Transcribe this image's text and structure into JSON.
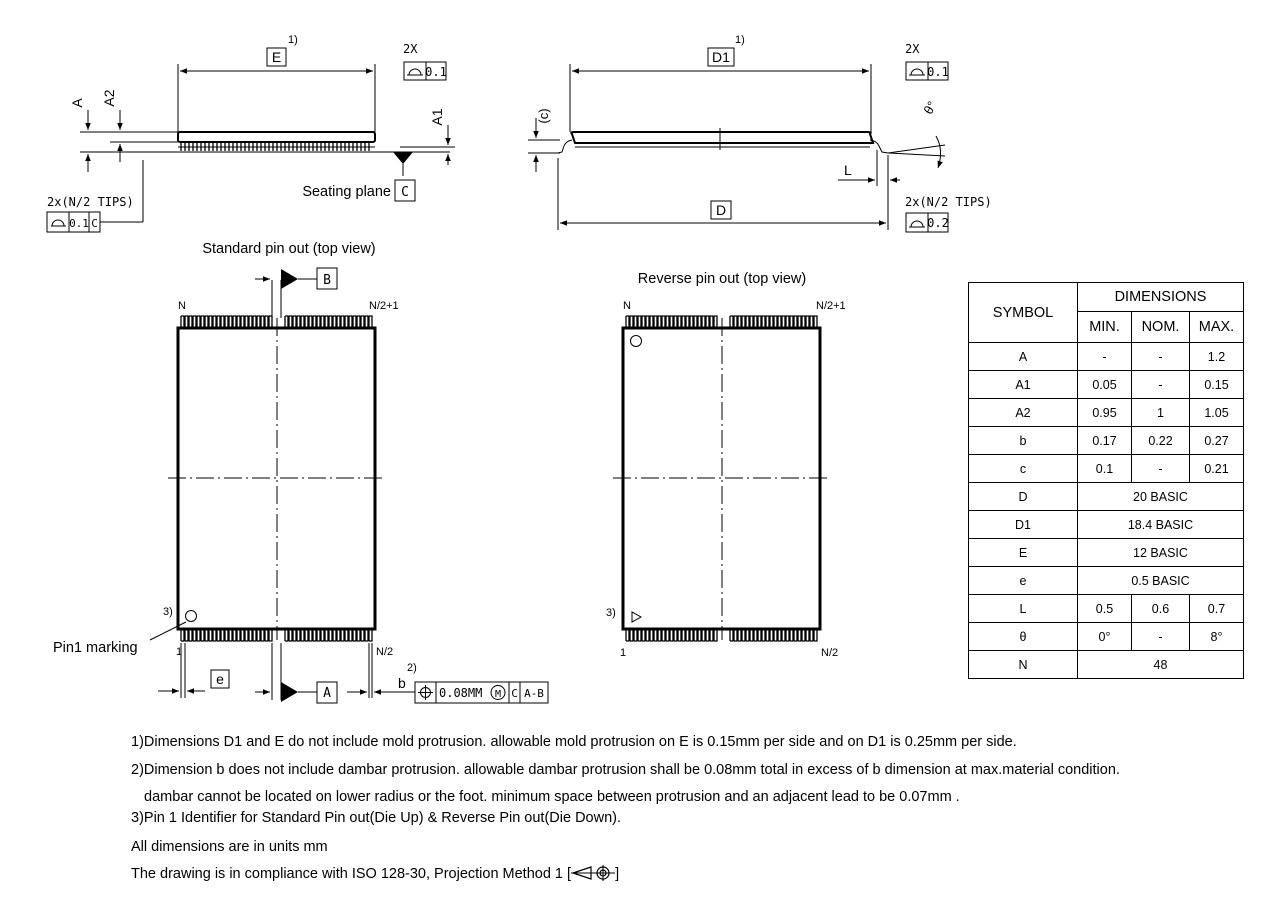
{
  "diagram": {
    "labels": {
      "dim_E": "E",
      "dim_D1": "D1",
      "dim_D": "D",
      "dim_A": "A",
      "dim_A1": "A1",
      "dim_A2": "A2",
      "dim_c": "(c)",
      "dim_L": "L",
      "dim_theta": "θ°",
      "dim_b": "b",
      "dim_e": "e",
      "note_1": "1)",
      "note_2": "2)",
      "note_3": "3)",
      "times_2": "2X",
      "tol_flat_01": "0.1",
      "tol_flat_02": "0.2",
      "tips_note": "2x(N/2 TIPS)",
      "tips_tol_value": "0.1",
      "tips_tol_ref": "C",
      "seating_plane": "Seating plane",
      "datum_C": "C",
      "datum_A": "A",
      "datum_B": "B",
      "position_tol": "0.08MM",
      "mmc_symbol": "M",
      "position_ref_C": "C",
      "position_ref_AB": "A-B",
      "pin1_marking": "Pin1 marking",
      "pin_N": "N",
      "pin_N2plus1": "N/2+1",
      "pin_1": "1",
      "pin_N2": "N/2"
    },
    "standard_view_title": "Standard pin out (top view)",
    "reverse_view_title": "Reverse pin out (top view)"
  },
  "table": {
    "header_symbol": "SYMBOL",
    "header_dimensions": "DIMENSIONS",
    "header_min": "MIN.",
    "header_nom": "NOM.",
    "header_max": "MAX.",
    "rows": [
      {
        "symbol": "A",
        "min": "-",
        "nom": "-",
        "max": "1.2"
      },
      {
        "symbol": "A1",
        "min": "0.05",
        "nom": "-",
        "max": "0.15"
      },
      {
        "symbol": "A2",
        "min": "0.95",
        "nom": "1",
        "max": "1.05"
      },
      {
        "symbol": "b",
        "min": "0.17",
        "nom": "0.22",
        "max": "0.27"
      },
      {
        "symbol": "c",
        "min": "0.1",
        "nom": "-",
        "max": "0.21"
      },
      {
        "symbol": "D",
        "basic": "20 BASIC"
      },
      {
        "symbol": "D1",
        "basic": "18.4 BASIC"
      },
      {
        "symbol": "E",
        "basic": "12 BASIC"
      },
      {
        "symbol": "e",
        "basic": "0.5 BASIC"
      },
      {
        "symbol": "L",
        "min": "0.5",
        "nom": "0.6",
        "max": "0.7"
      },
      {
        "symbol": "θ",
        "min": "0°",
        "nom": "-",
        "max": "8°"
      },
      {
        "symbol": "N",
        "basic": "48"
      }
    ]
  },
  "notes": {
    "note1": "1)Dimensions D1 and E do not include mold protrusion. allowable mold protrusion on E is 0.15mm per side and on D1 is 0.25mm per side.",
    "note2": "2)Dimension b does not include dambar protrusion. allowable dambar protrusion shall be 0.08mm total in excess of b dimension at max.material condition.",
    "note2b": "dambar cannot be located on lower radius or  the foot. minimum space between protrusion and an adjacent lead to be 0.07mm .",
    "note3": "3)Pin 1 Identifier for Standard Pin out(Die Up) & Reverse Pin out(Die Down).",
    "units": "All dimensions are in units mm",
    "compliance": "The drawing is in compliance with ISO 128-30, Projection Method 1 [",
    "compliance_end": "]"
  }
}
